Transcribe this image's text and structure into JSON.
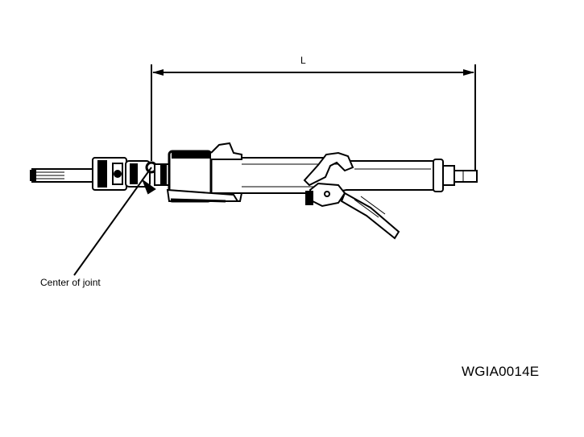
{
  "figure": {
    "dimension_label": "L",
    "callout_label": "Center of joint",
    "figure_code": "WGIA0014E"
  },
  "colors": {
    "ink": "#000000",
    "paper": "#ffffff"
  }
}
